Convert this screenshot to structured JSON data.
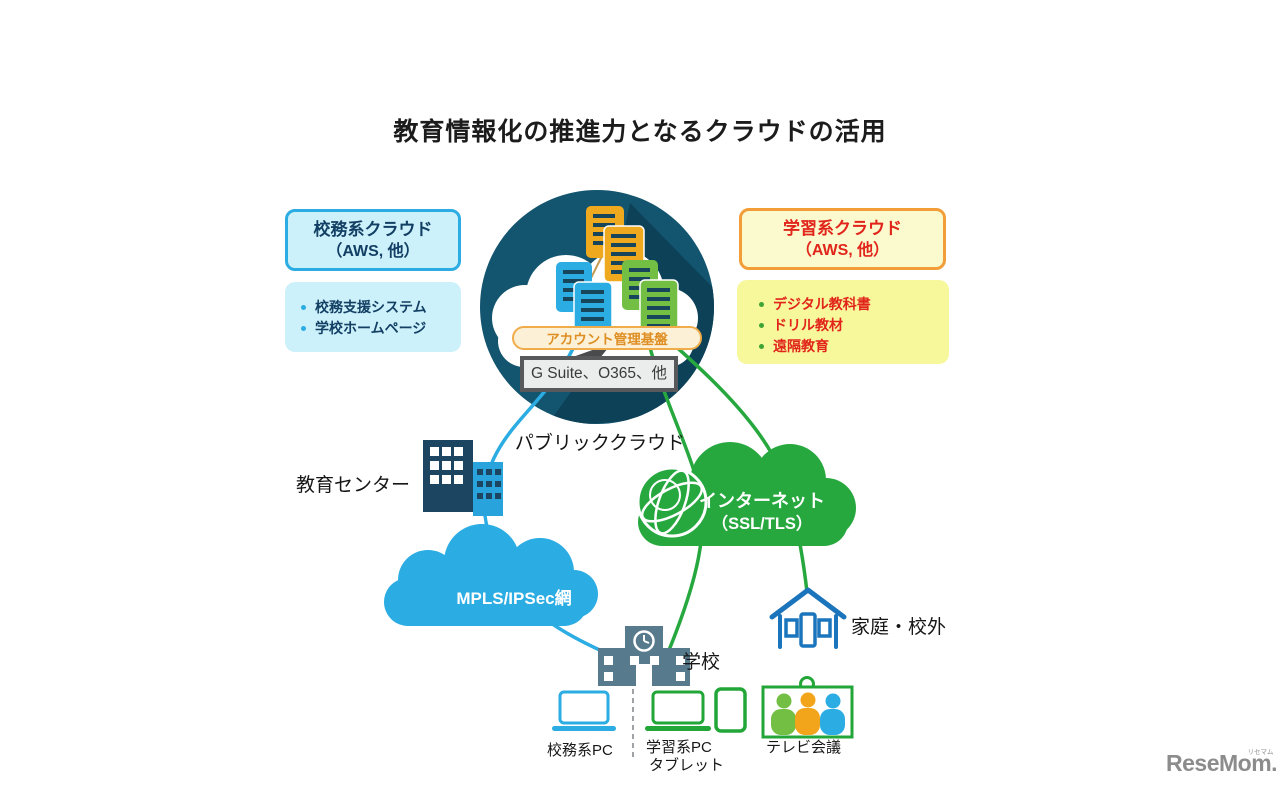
{
  "palette": {
    "circle_navy": "#13546E",
    "shadow_navy": "#0C4158",
    "blue": "#2BACE2",
    "green": "#27A83F",
    "light_green": "#72BF44",
    "orange": "#F29D38",
    "red_text": "#E1251B",
    "navy_text": "#123F63",
    "yellow_server": "#EFA91E",
    "slate_school": "#587A8D",
    "house_blue": "#1B75BC",
    "logo_gray": "#8C8C8C"
  },
  "title": "教育情報化の推進力となるクラウドの活用",
  "komu_cloud": {
    "name": "校務系クラウド",
    "sub": "（AWS, 他）",
    "items": [
      "校務支援システム",
      "学校ホームページ"
    ]
  },
  "gakushu_cloud": {
    "name": "学習系クラウド",
    "sub": "（AWS, 他）",
    "items": [
      "デジタル教科書",
      "ドリル教材",
      "遠隔教育"
    ]
  },
  "public_cloud": {
    "label": "パブリッククラウド",
    "account_base": "アカウント管理基盤",
    "suite": "G Suite、O365、他"
  },
  "network": {
    "internet": "インターネット",
    "internet_sub": "（SSL/TLS）",
    "mpls": "MPLS/IPSec網"
  },
  "sites": {
    "education_center": "教育センター",
    "school": "学校",
    "home": "家庭・校外"
  },
  "devices": {
    "komu_pc": "校務系PC",
    "gakushu_pc": "学習系PC",
    "tablet": "タブレット",
    "tv_conference": "テレビ会議"
  },
  "logo": {
    "text": "ReseMom",
    "dot": ".",
    "ruby": "リセマム"
  }
}
